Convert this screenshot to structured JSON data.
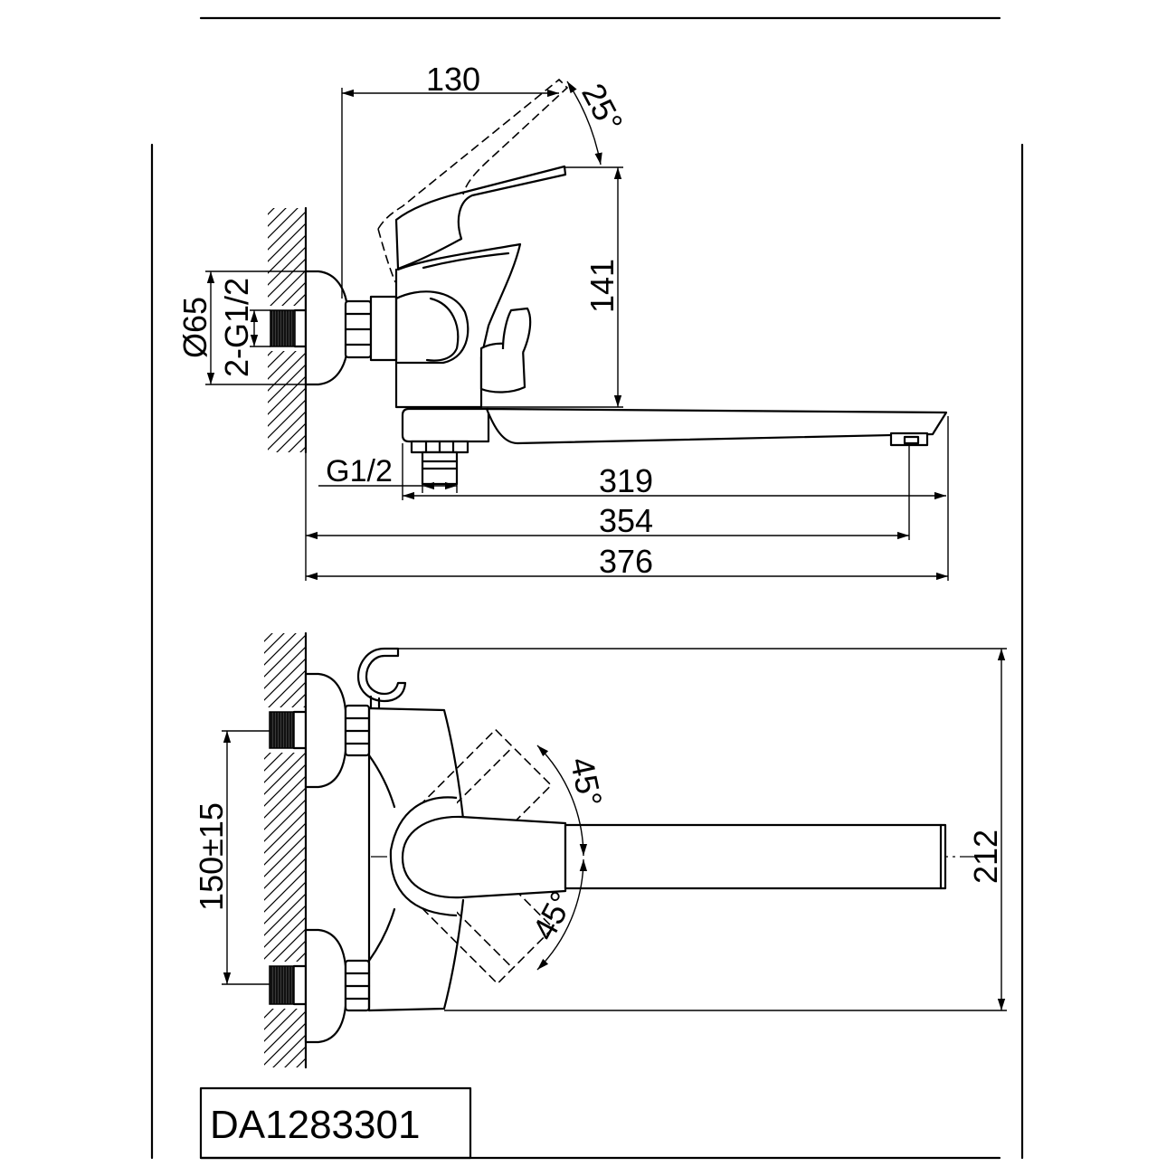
{
  "drawing": {
    "model_code": "DA1283301",
    "side_view": {
      "handle_reach": "130",
      "handle_tilt": "25°",
      "height_to_spout": "141",
      "escutcheon_diameter": "Ø65",
      "inlet_connections": "2-G1/2",
      "outlet_connection": "G1/2",
      "spout_length": "319",
      "outlet_reach": "354",
      "overall_length": "376"
    },
    "plan_view": {
      "inlet_centres": "150±15",
      "handle_swing_a": "45°",
      "handle_swing_b": "45°",
      "overall_depth": "212"
    },
    "colors": {
      "line": "#000000",
      "background": "#ffffff"
    }
  }
}
